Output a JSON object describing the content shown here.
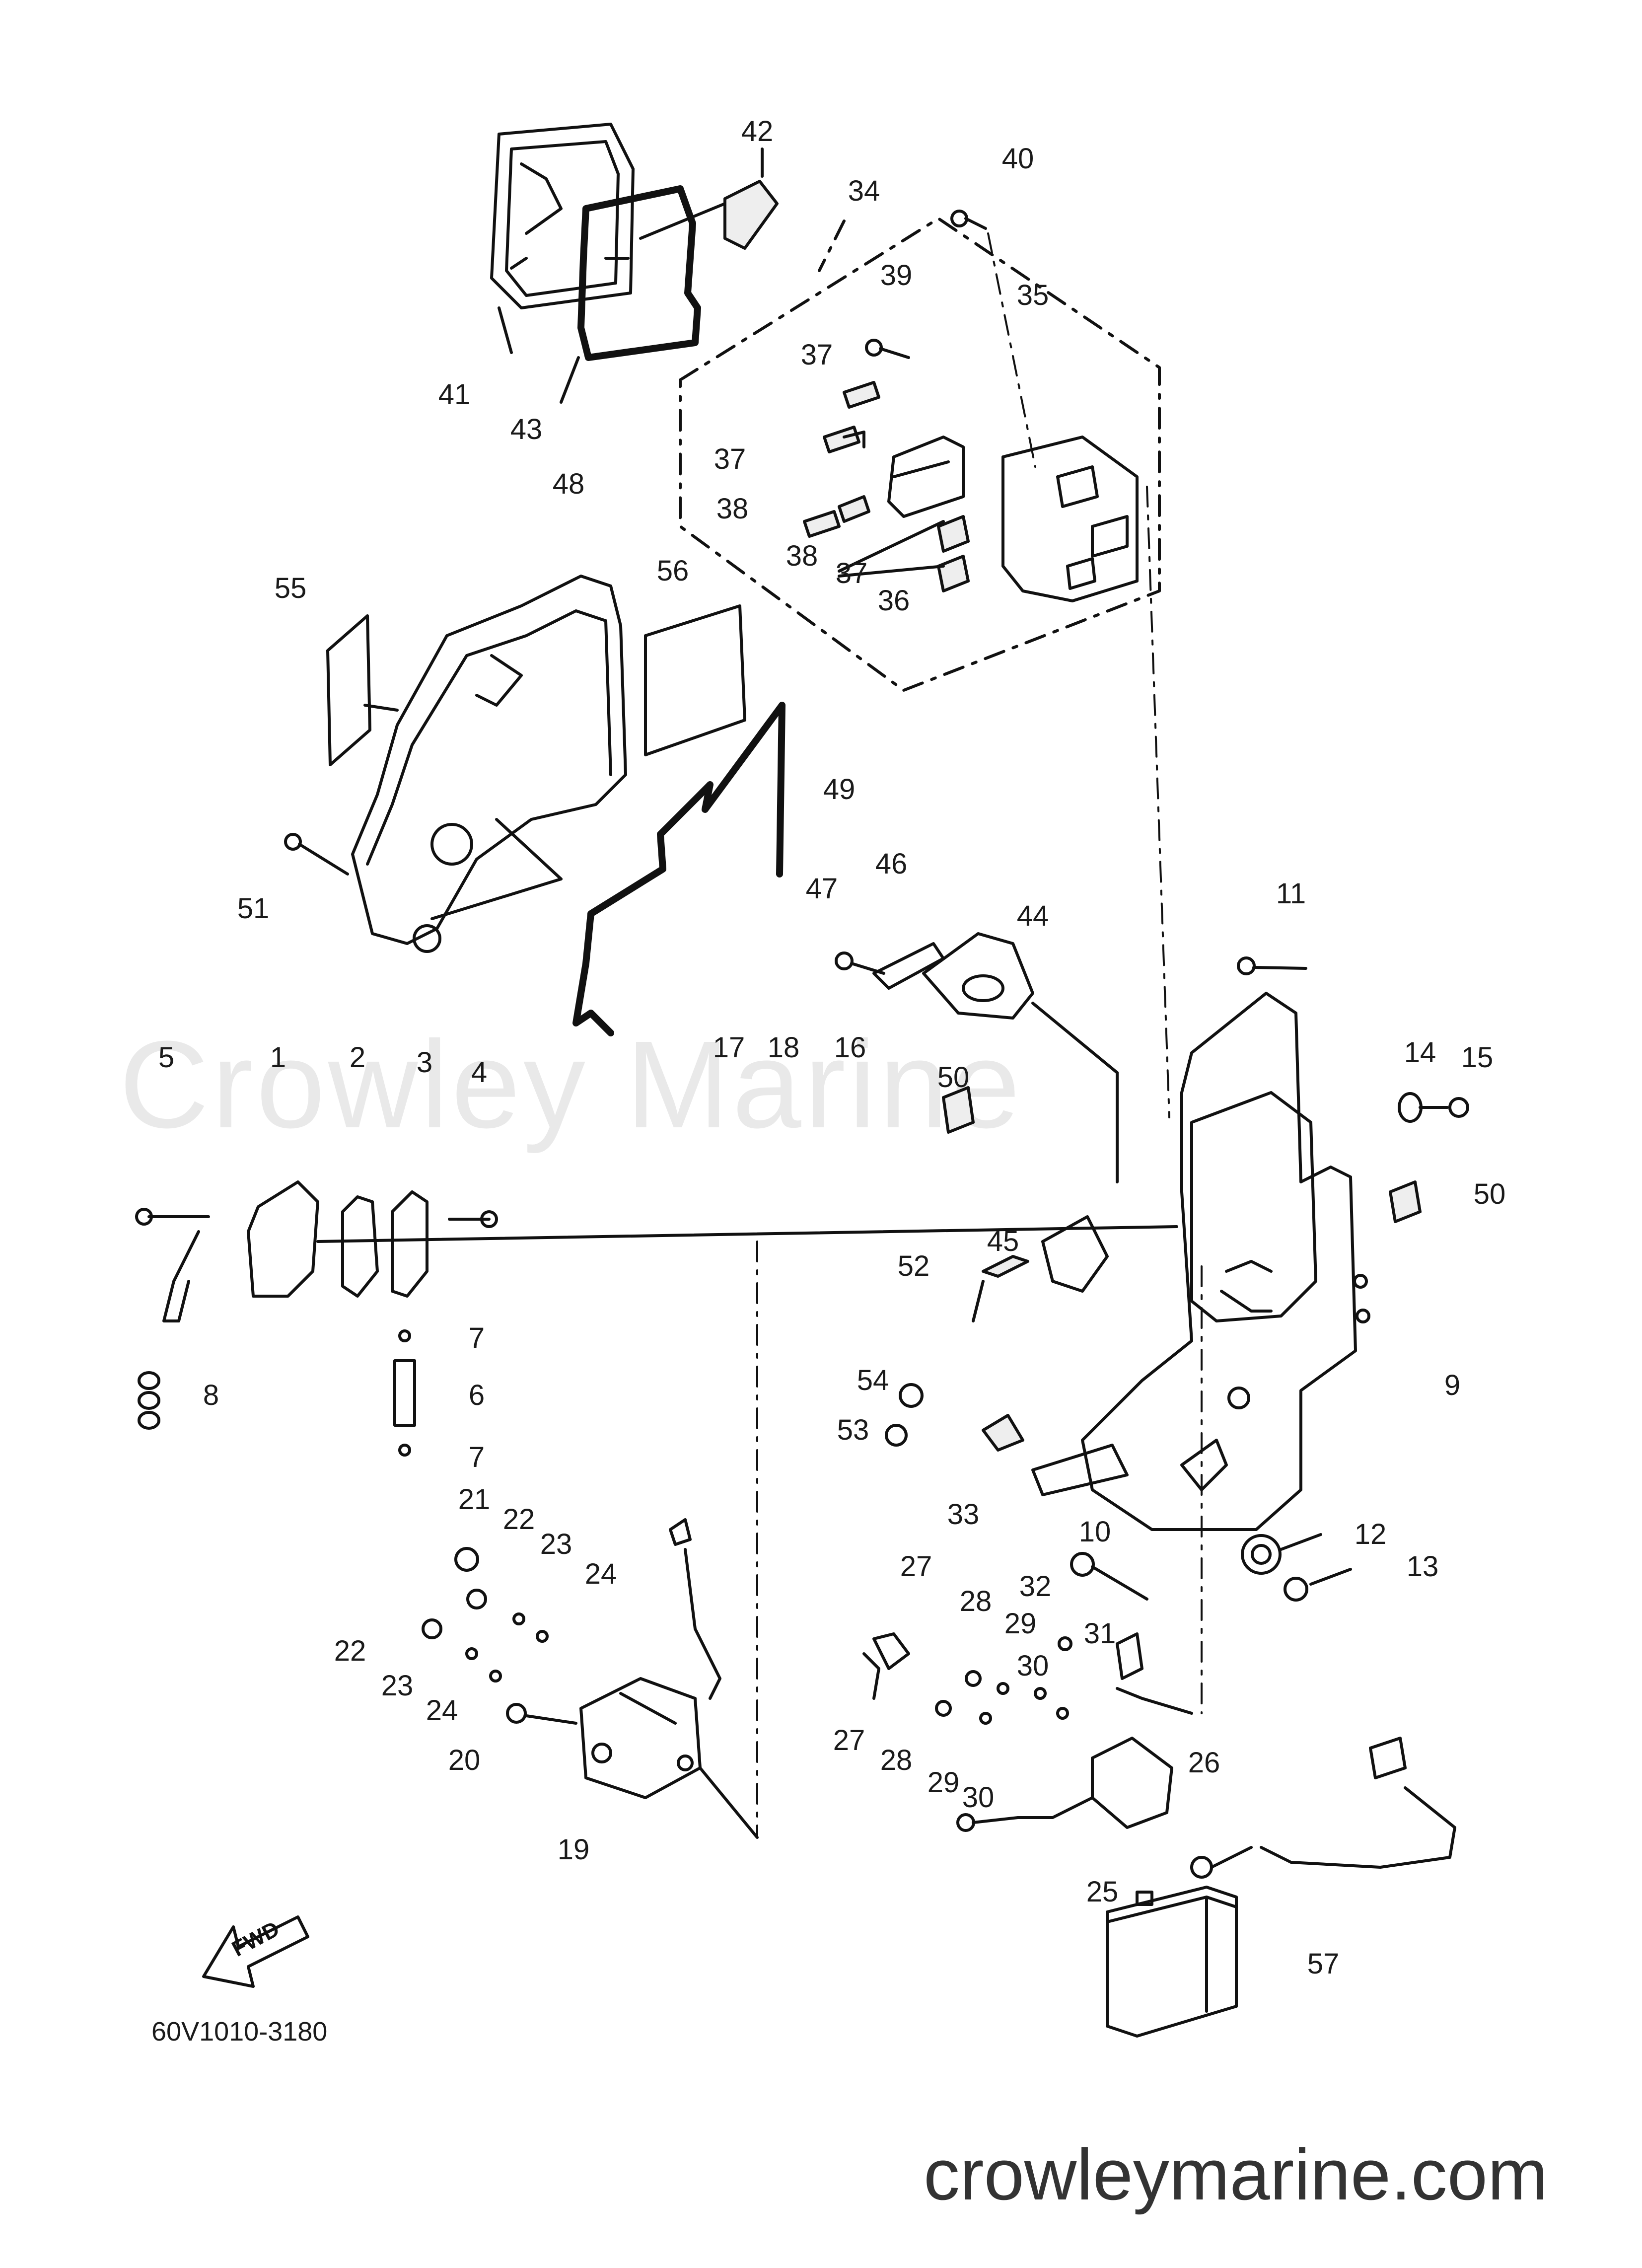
{
  "watermark": "Crowley Marine",
  "figure_code": "60V1010-3180",
  "site": "crowleymarine.com",
  "fwd_label": "FWD",
  "callouts": [
    {
      "id": "c1",
      "text": "1"
    },
    {
      "id": "c2",
      "text": "2"
    },
    {
      "id": "c3",
      "text": "3"
    },
    {
      "id": "c4",
      "text": "4"
    },
    {
      "id": "c5",
      "text": "5"
    },
    {
      "id": "c6",
      "text": "6"
    },
    {
      "id": "c7a",
      "text": "7"
    },
    {
      "id": "c7b",
      "text": "7"
    },
    {
      "id": "c8",
      "text": "8"
    },
    {
      "id": "c9",
      "text": "9"
    },
    {
      "id": "c10",
      "text": "10"
    },
    {
      "id": "c11",
      "text": "11"
    },
    {
      "id": "c12",
      "text": "12"
    },
    {
      "id": "c13",
      "text": "13"
    },
    {
      "id": "c14",
      "text": "14"
    },
    {
      "id": "c15",
      "text": "15"
    },
    {
      "id": "c16",
      "text": "16"
    },
    {
      "id": "c17",
      "text": "17"
    },
    {
      "id": "c18",
      "text": "18"
    },
    {
      "id": "c19",
      "text": "19"
    },
    {
      "id": "c20",
      "text": "20"
    },
    {
      "id": "c21",
      "text": "21"
    },
    {
      "id": "c22a",
      "text": "22"
    },
    {
      "id": "c22b",
      "text": "22"
    },
    {
      "id": "c23a",
      "text": "23"
    },
    {
      "id": "c23b",
      "text": "23"
    },
    {
      "id": "c24a",
      "text": "24"
    },
    {
      "id": "c24b",
      "text": "24"
    },
    {
      "id": "c25",
      "text": "25"
    },
    {
      "id": "c26",
      "text": "26"
    },
    {
      "id": "c27a",
      "text": "27"
    },
    {
      "id": "c27b",
      "text": "27"
    },
    {
      "id": "c28a",
      "text": "28"
    },
    {
      "id": "c28b",
      "text": "28"
    },
    {
      "id": "c29a",
      "text": "29"
    },
    {
      "id": "c29b",
      "text": "29"
    },
    {
      "id": "c30a",
      "text": "30"
    },
    {
      "id": "c30b",
      "text": "30"
    },
    {
      "id": "c31",
      "text": "31"
    },
    {
      "id": "c32",
      "text": "32"
    },
    {
      "id": "c33",
      "text": "33"
    },
    {
      "id": "c34",
      "text": "34"
    },
    {
      "id": "c35",
      "text": "35"
    },
    {
      "id": "c36",
      "text": "36"
    },
    {
      "id": "c37a",
      "text": "37"
    },
    {
      "id": "c37b",
      "text": "37"
    },
    {
      "id": "c37c",
      "text": "37"
    },
    {
      "id": "c38a",
      "text": "38"
    },
    {
      "id": "c38b",
      "text": "38"
    },
    {
      "id": "c39",
      "text": "39"
    },
    {
      "id": "c40",
      "text": "40"
    },
    {
      "id": "c41",
      "text": "41"
    },
    {
      "id": "c42",
      "text": "42"
    },
    {
      "id": "c43",
      "text": "43"
    },
    {
      "id": "c44",
      "text": "44"
    },
    {
      "id": "c45",
      "text": "45"
    },
    {
      "id": "c46",
      "text": "46"
    },
    {
      "id": "c47",
      "text": "47"
    },
    {
      "id": "c48",
      "text": "48"
    },
    {
      "id": "c49",
      "text": "49"
    },
    {
      "id": "c50a",
      "text": "50"
    },
    {
      "id": "c50b",
      "text": "50"
    },
    {
      "id": "c51",
      "text": "51"
    },
    {
      "id": "c52",
      "text": "52"
    },
    {
      "id": "c53",
      "text": "53"
    },
    {
      "id": "c54",
      "text": "54"
    },
    {
      "id": "c55",
      "text": "55"
    },
    {
      "id": "c56",
      "text": "56"
    },
    {
      "id": "c57",
      "text": "57"
    }
  ]
}
